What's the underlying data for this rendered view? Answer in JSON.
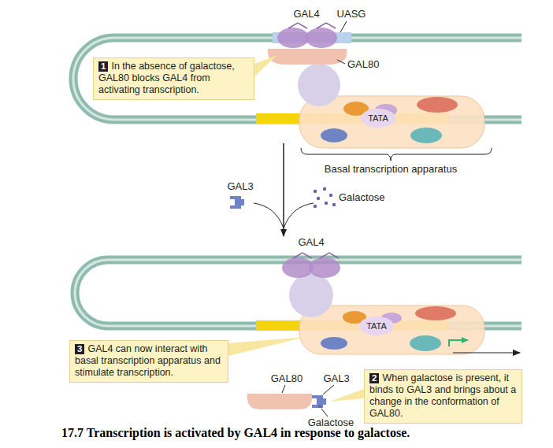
{
  "diagram": {
    "caption": "17.7 Transcription is activated by GAL4 in response to galactose.",
    "nodes": [
      {
        "text": [
          "1",
          "In the absence of galactose, GAL80 blocks GAL4 from activating transcription."
        ]
      },
      {
        "text": [
          "TATA"
        ]
      },
      {
        "text": [
          "TATA"
        ]
      },
      {
        "text": [
          "3",
          "GAL4 can now interact with basal transcription apparatus and stimulate transcription."
        ]
      },
      {
        "text": [
          "2",
          "When galactose is present, it binds to GAL3 and brings about a change in the conformation of GAL80."
        ]
      }
    ],
    "labels": [
      "GAL4",
      "UASG",
      "GAL80",
      "Basal transcription apparatus",
      "GAL3",
      "Galactose",
      "GAL4",
      "GAL80",
      "GAL3",
      "Galactose"
    ]
  }
}
